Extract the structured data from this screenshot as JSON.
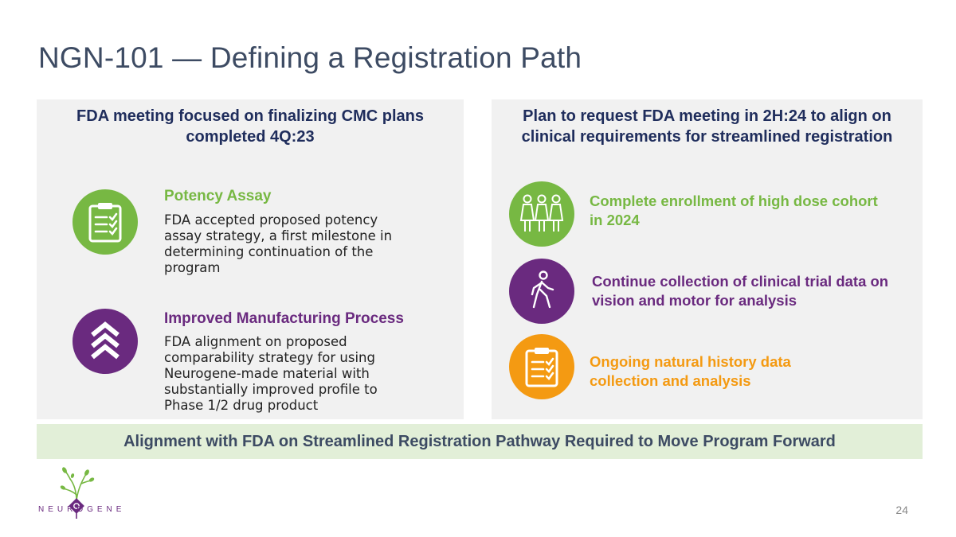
{
  "title": "NGN-101 — Defining a Registration Path",
  "left_panel": {
    "heading_line1": "FDA meeting focused on finalizing CMC plans",
    "heading_line2": "completed 4Q:23",
    "items": [
      {
        "title": "Potency Assay",
        "body": "FDA accepted proposed potency assay strategy, a first milestone in determining continuation of the program",
        "icon": "clipboard-checklist-icon",
        "color": "#77b843"
      },
      {
        "title": "Improved Manufacturing Process",
        "body": "FDA alignment on proposed comparability strategy for using Neurogene-made material with substantially improved profile to Phase 1/2 drug product",
        "icon": "chevrons-up-icon",
        "color": "#6a2a7f"
      }
    ]
  },
  "right_panel": {
    "heading_line1": "Plan to request FDA meeting in 2H:24 to align on",
    "heading_line2": "clinical requirements for streamlined registration",
    "items": [
      {
        "text": "Complete enrollment of high dose cohort in 2024",
        "icon": "three-girls-icon",
        "color": "#77b843"
      },
      {
        "text": "Continue collection of clinical trial data on vision and motor for analysis",
        "icon": "walking-person-icon",
        "color": "#6a2a7f"
      },
      {
        "text": "Ongoing natural history data collection and analysis",
        "icon": "clipboard-checklist-icon",
        "color": "#f49a12"
      }
    ]
  },
  "banner": "Alignment with FDA on Streamlined Registration Pathway Required to Move Program Forward",
  "logo": {
    "text": "NEUROGENE"
  },
  "page_number": "24"
}
